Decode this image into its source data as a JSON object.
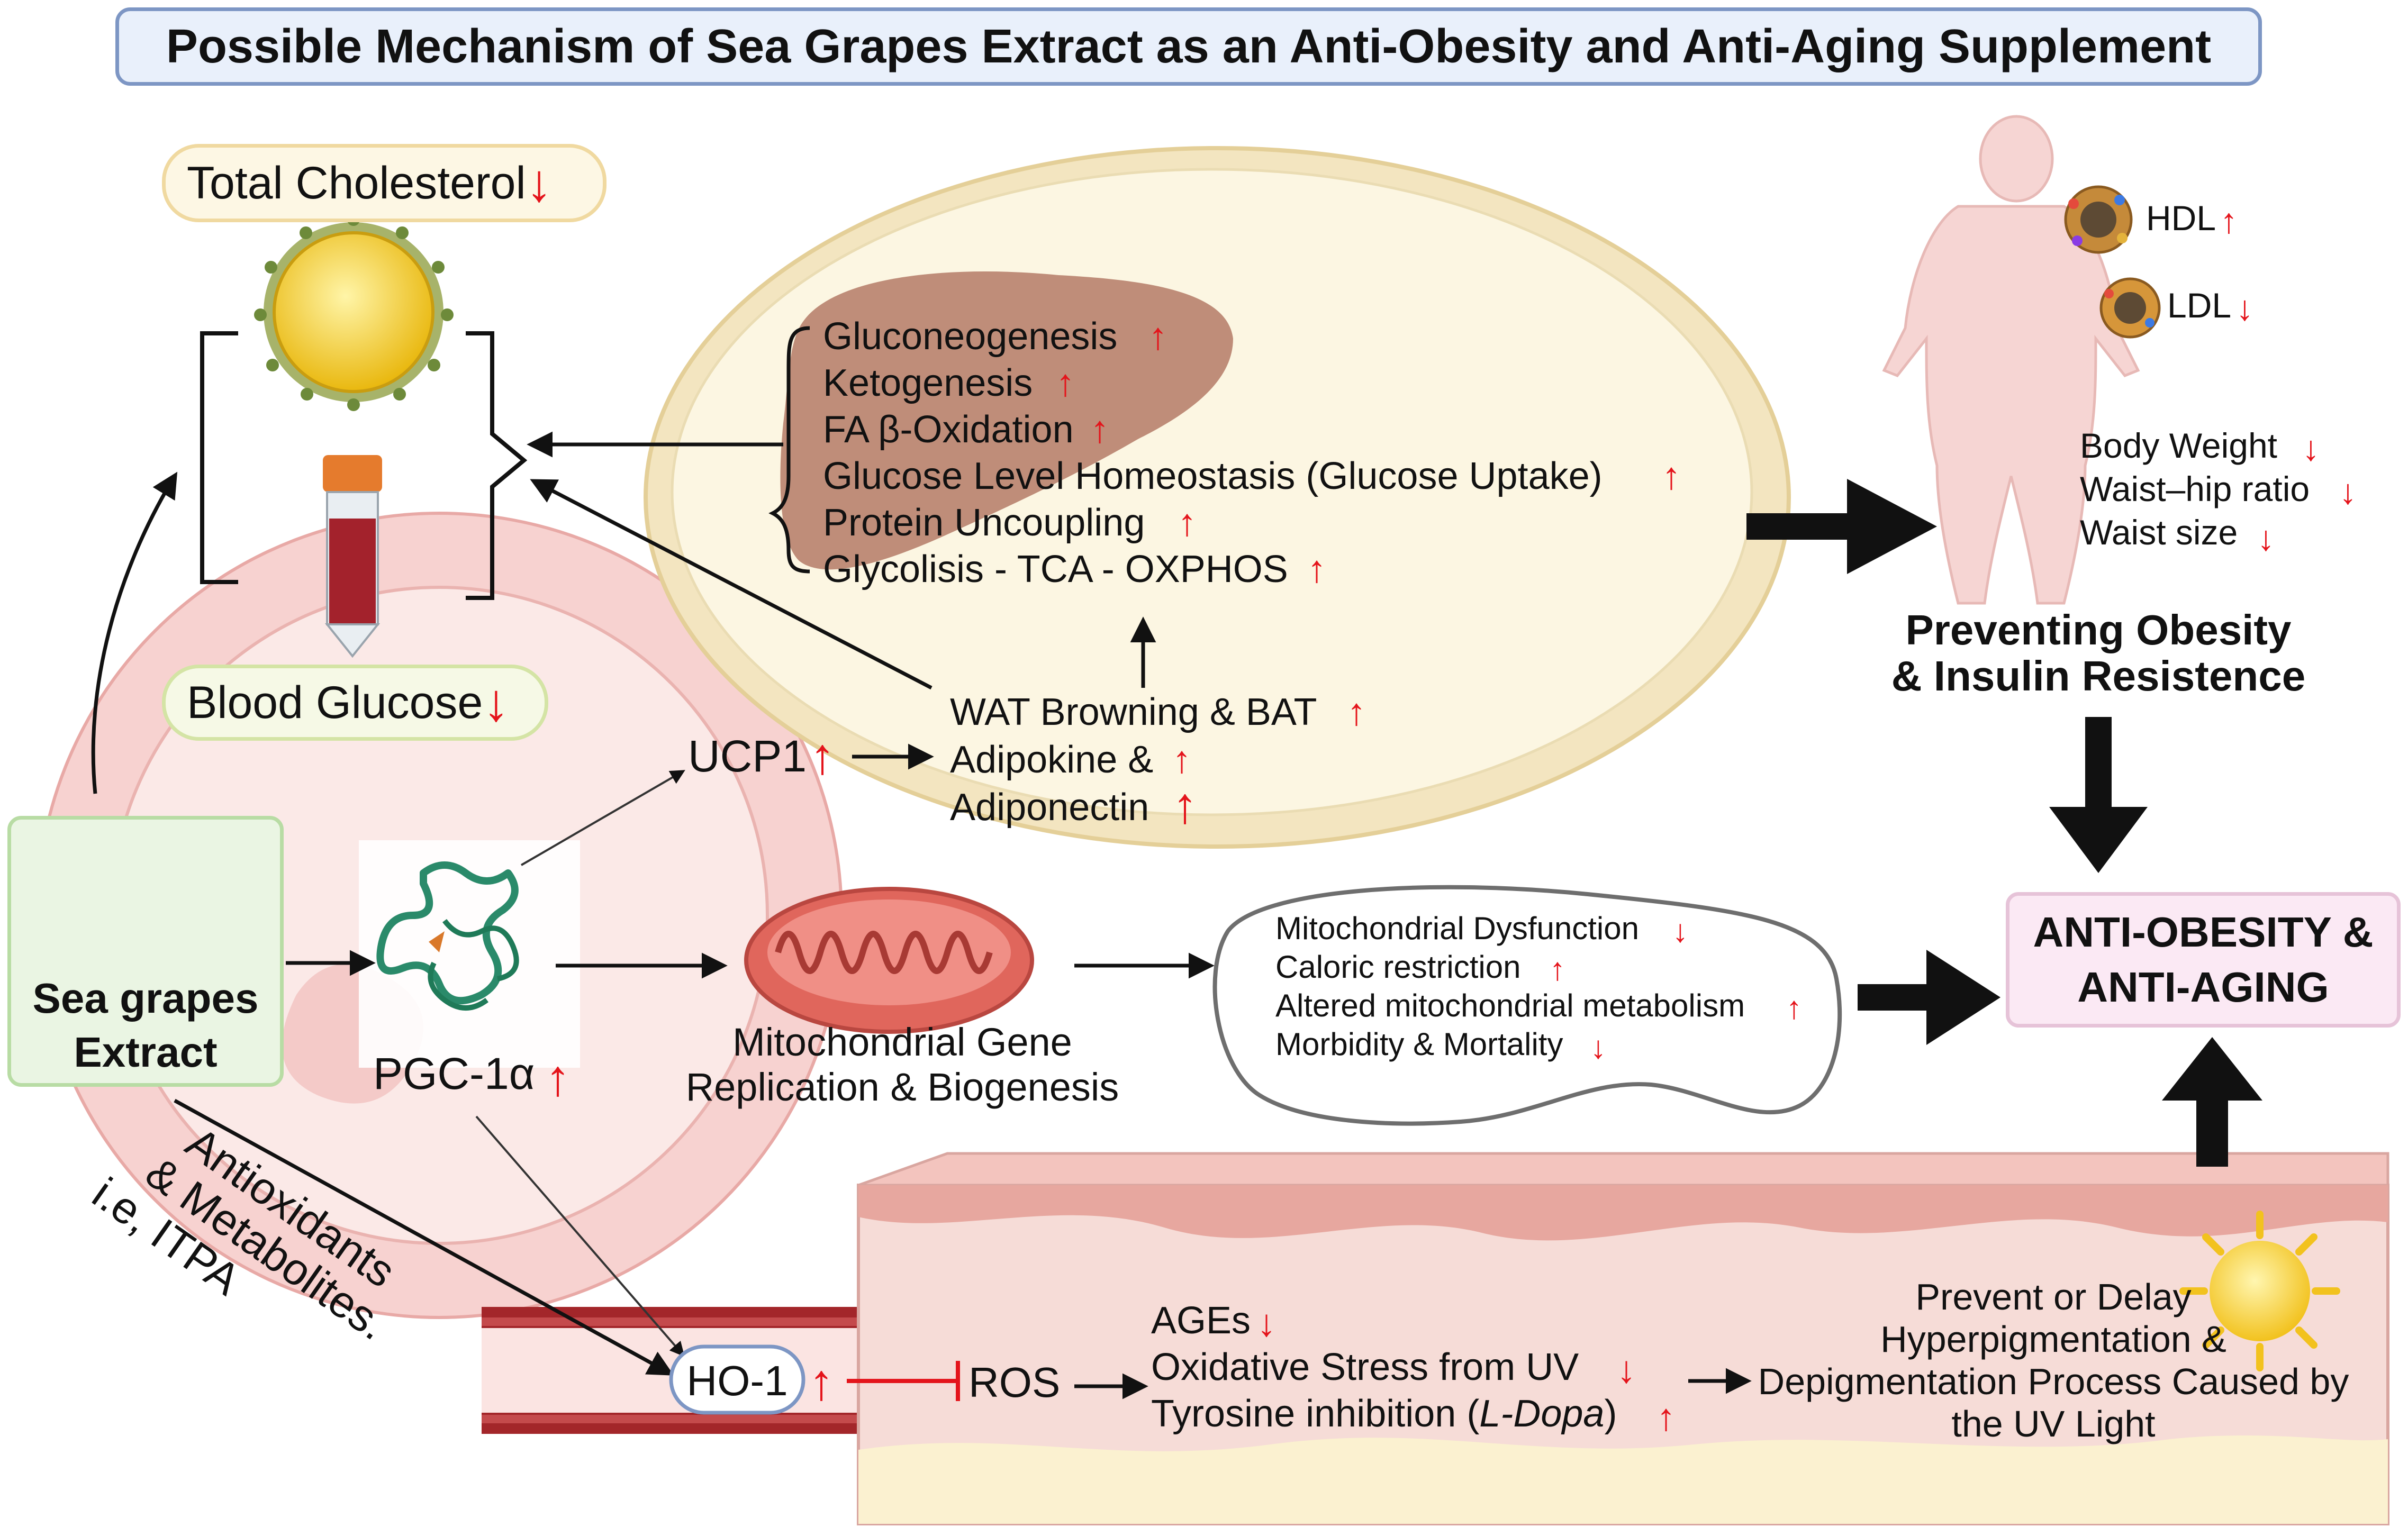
{
  "title": "Possible Mechanism of Sea Grapes Extract as an Anti-Obesity and Anti-Aging Supplement",
  "colors": {
    "arrow_up": "#e4141b",
    "title_bg": "#e9f0fb",
    "title_border": "#7d96c4",
    "extract_bg": "#eaf5e3",
    "result_bg": "#fbe9f4",
    "vessel_pink": "#f5c9c7",
    "fat_cell": "#f6eccd",
    "liver": "#b47a66"
  },
  "markers": {
    "up": "↑",
    "down": "↓"
  },
  "pills": {
    "total_cholesterol": "Total Cholesterol",
    "blood_glucose": "Blood Glucose"
  },
  "extract": {
    "line1": "Sea grapes",
    "line2": "Extract"
  },
  "liver_effects": [
    {
      "text": "Gluconeogenesis",
      "dir": "up"
    },
    {
      "text": "Ketogenesis",
      "dir": "up"
    },
    {
      "text": "FA β-Oxidation",
      "dir": "up"
    },
    {
      "text": "Glucose Level Homeostasis (Glucose Uptake)",
      "dir": "up"
    },
    {
      "text": "Protein Uncoupling",
      "dir": "up"
    },
    {
      "text": "Glycolisis - TCA - OXPHOS",
      "dir": "up"
    }
  ],
  "adipose": {
    "wat": "WAT Browning & BAT",
    "adipokine": "Adipokine &",
    "adiponectin": "Adiponectin"
  },
  "ucp1": "UCP1",
  "pgc": "PGC-1α",
  "mito": {
    "line1": "Mitochondrial Gene",
    "line2": "Replication & Biogenesis"
  },
  "mito_effects": [
    {
      "text": "Mitochondrial Dysfunction",
      "dir": "down"
    },
    {
      "text": "Caloric restriction",
      "dir": "up"
    },
    {
      "text": "Altered mitochondrial metabolism",
      "dir": "up"
    },
    {
      "text": "Morbidity & Mortality",
      "dir": "down"
    }
  ],
  "lipoproteins": {
    "hdl": "HDL",
    "ldl": "LDL"
  },
  "body_measures": [
    {
      "text": "Body Weight",
      "dir": "down"
    },
    {
      "text": "Waist–hip ratio",
      "dir": "down"
    },
    {
      "text": "Waist size",
      "dir": "down"
    }
  ],
  "preventing": {
    "line1": "Preventing Obesity",
    "line2": "& Insulin Resistence"
  },
  "result": {
    "line1": "ANTI-OBESITY &",
    "line2": "ANTI-AGING"
  },
  "antioxidants": {
    "line1": "Antioxidants",
    "line2": "& Metabolites.",
    "line3": "i.e, ITPA"
  },
  "ho1": "HO-1",
  "ros": "ROS",
  "skin_effects": [
    {
      "text": "AGEs",
      "dir": "down"
    },
    {
      "text": "Oxidative Stress from UV",
      "dir": "down"
    },
    {
      "text": "Tyrosine inhibition (",
      "italic": "L-Dopa",
      "tail": ")",
      "dir": "up"
    }
  ],
  "skin_outcome": [
    "Prevent or Delay",
    "Hyperpigmentation &",
    "Depigmentation Process Caused by",
    "the UV Light"
  ]
}
